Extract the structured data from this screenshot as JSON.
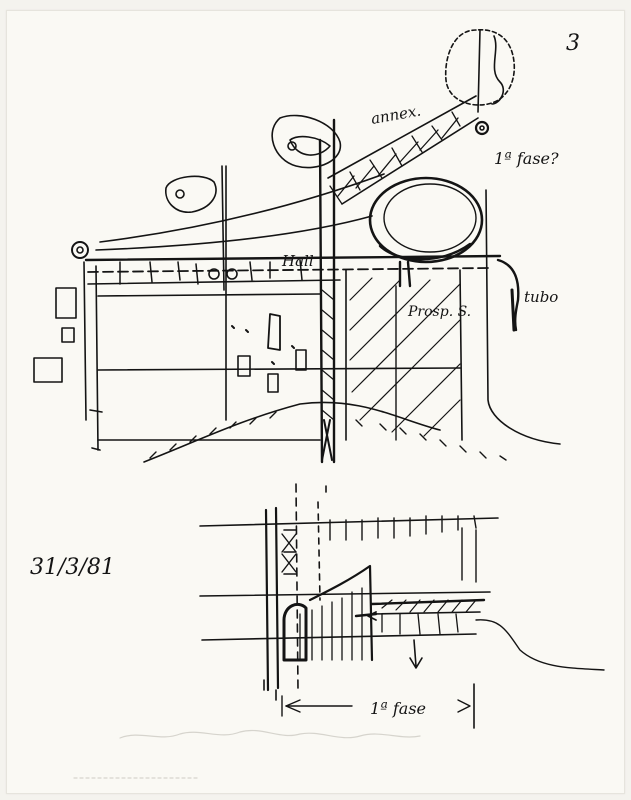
{
  "sheet": {
    "page_number": "3",
    "date": "31/3/81"
  },
  "annotations": {
    "annex": "annex.",
    "phase_question": "1ª fase?",
    "hall": "Hall",
    "tube": "tubo",
    "prospect": "Prosp. S.",
    "phase": "1ª fase"
  },
  "colors": {
    "ink": "#141414",
    "paper": "#faf9f4",
    "faint_pencil": "#cfcdc6"
  }
}
